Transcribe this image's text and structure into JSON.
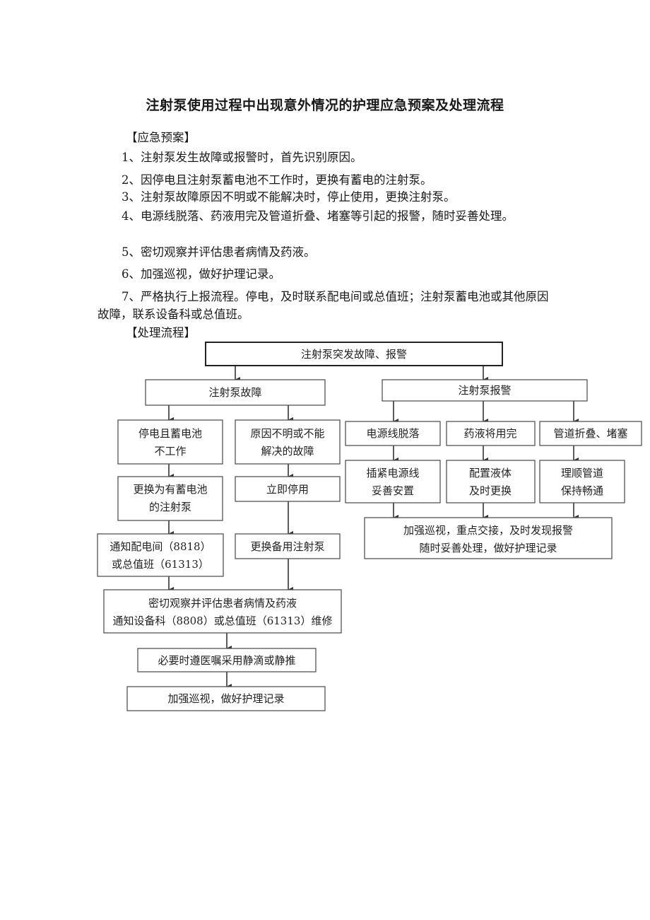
{
  "title": "注射泵使用过程中出现意外情况的护理应急预案及处理流程",
  "plan": {
    "heading": "【应急预案】",
    "items": [
      "1、注射泵发生故障或报警时，首先识别原因。",
      "2、因停电且注射泵蓄电池不工作时，更换有蓄电的注射泵。",
      "3、注射泵故障原因不明或不能解决时，停止使用，更换注射泵。",
      "4、电源线脱落、药液用完及管道折叠、堵塞等引起的报警，随时妥善处理。",
      "5、密切观察并评估患者病情及药液。",
      "6、加强巡视，做好护理记录。",
      "7、严格执行上报流程。停电，及时联系配电间或总值班；注射泵蓄电池或其他原因故障，联系设备科或总值班。"
    ]
  },
  "process": {
    "heading": "【处理流程】",
    "top": "注射泵突发故障、报警",
    "fault": "注射泵故障",
    "alarm": "注射泵报警",
    "power_out": [
      "停电且蓄电池",
      "不工作"
    ],
    "unknown": [
      "原因不明或不能",
      "解决的故障"
    ],
    "replace_battery": [
      "更换为有蓄电池",
      "的注射泵"
    ],
    "stop": "立即停用",
    "notify": [
      "通知配电间（8818）",
      "或总值班（61313）"
    ],
    "replace_spare": "更换备用注射泵",
    "observe": [
      "密切观察并评估患者病情及药液",
      "通知设备科（8808）或总值班（61313）维修"
    ],
    "iv": "必要时遵医嘱采用静滴或静推",
    "record": "加强巡视，做好护理记录",
    "cable": "电源线脱落",
    "drug_out": "药液将用完",
    "tube": "管道折叠、堵塞",
    "plug": [
      "插紧电源线",
      "妥善安置"
    ],
    "refill": [
      "配置液体",
      "及时更换"
    ],
    "tube_fix": [
      "理顺管道",
      "保持畅通"
    ],
    "patrol": [
      "加强巡视，重点交接，及时发现报警",
      "随时妥善处理，做好护理记录"
    ]
  }
}
